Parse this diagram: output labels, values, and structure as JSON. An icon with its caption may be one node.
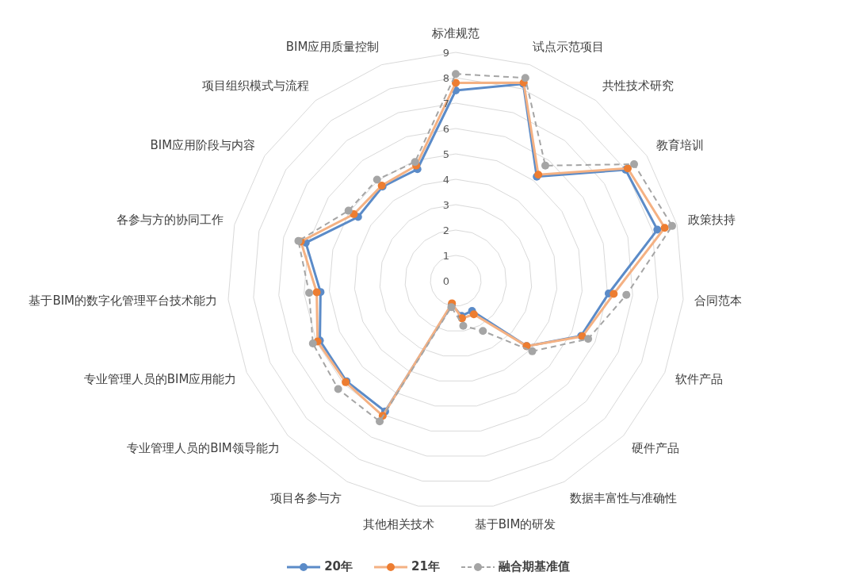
{
  "diagram": {
    "labels": [
      "标准规范",
      "试点示范项目",
      "共性技术研究",
      "教育培训",
      "政策扶持",
      "合同范本",
      "软件产品",
      "硬件产品",
      "数据丰富性与准确性",
      "基于BIM的研发",
      "其他相关技术",
      "项目各参与方",
      "专业管理人员的BIM领导能力",
      "专业管理人员的BIM应用能力",
      "基于BIM的数字化管理平台技术能力",
      "各参与方的协同工作",
      "BIM应用阶段与内容",
      "项目组织模式与流程",
      "BIM应用质量控制",
      "0",
      "1",
      "2",
      "3",
      "4",
      "5",
      "6",
      "7",
      "8",
      "9"
    ],
    "legend": [
      {
        "text": "20年"
      },
      {
        "text": "21年"
      },
      {
        "text": "融合期基准值"
      }
    ]
  }
}
